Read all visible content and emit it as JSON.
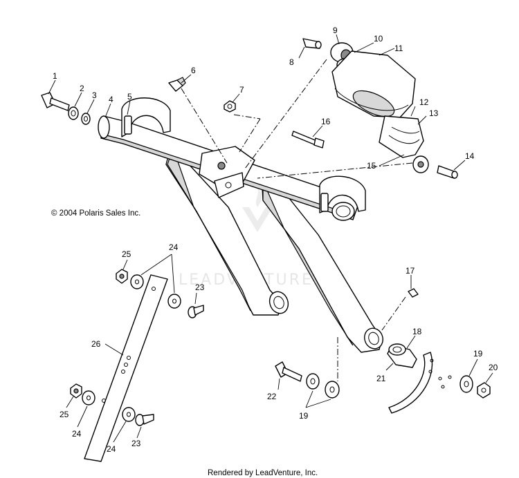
{
  "copyright": "© 2004 Polaris Sales Inc.",
  "rendered_by": "Rendered by LeadVenture, Inc.",
  "watermark": "LEADVENTURE",
  "callouts": [
    "1",
    "2",
    "3",
    "4",
    "5",
    "6",
    "7",
    "8",
    "9",
    "10",
    "11",
    "12",
    "13",
    "14",
    "15",
    "16",
    "17",
    "18",
    "19",
    "19",
    "20",
    "21",
    "22",
    "23",
    "23",
    "24",
    "24",
    "24",
    "25",
    "25",
    "26"
  ]
}
